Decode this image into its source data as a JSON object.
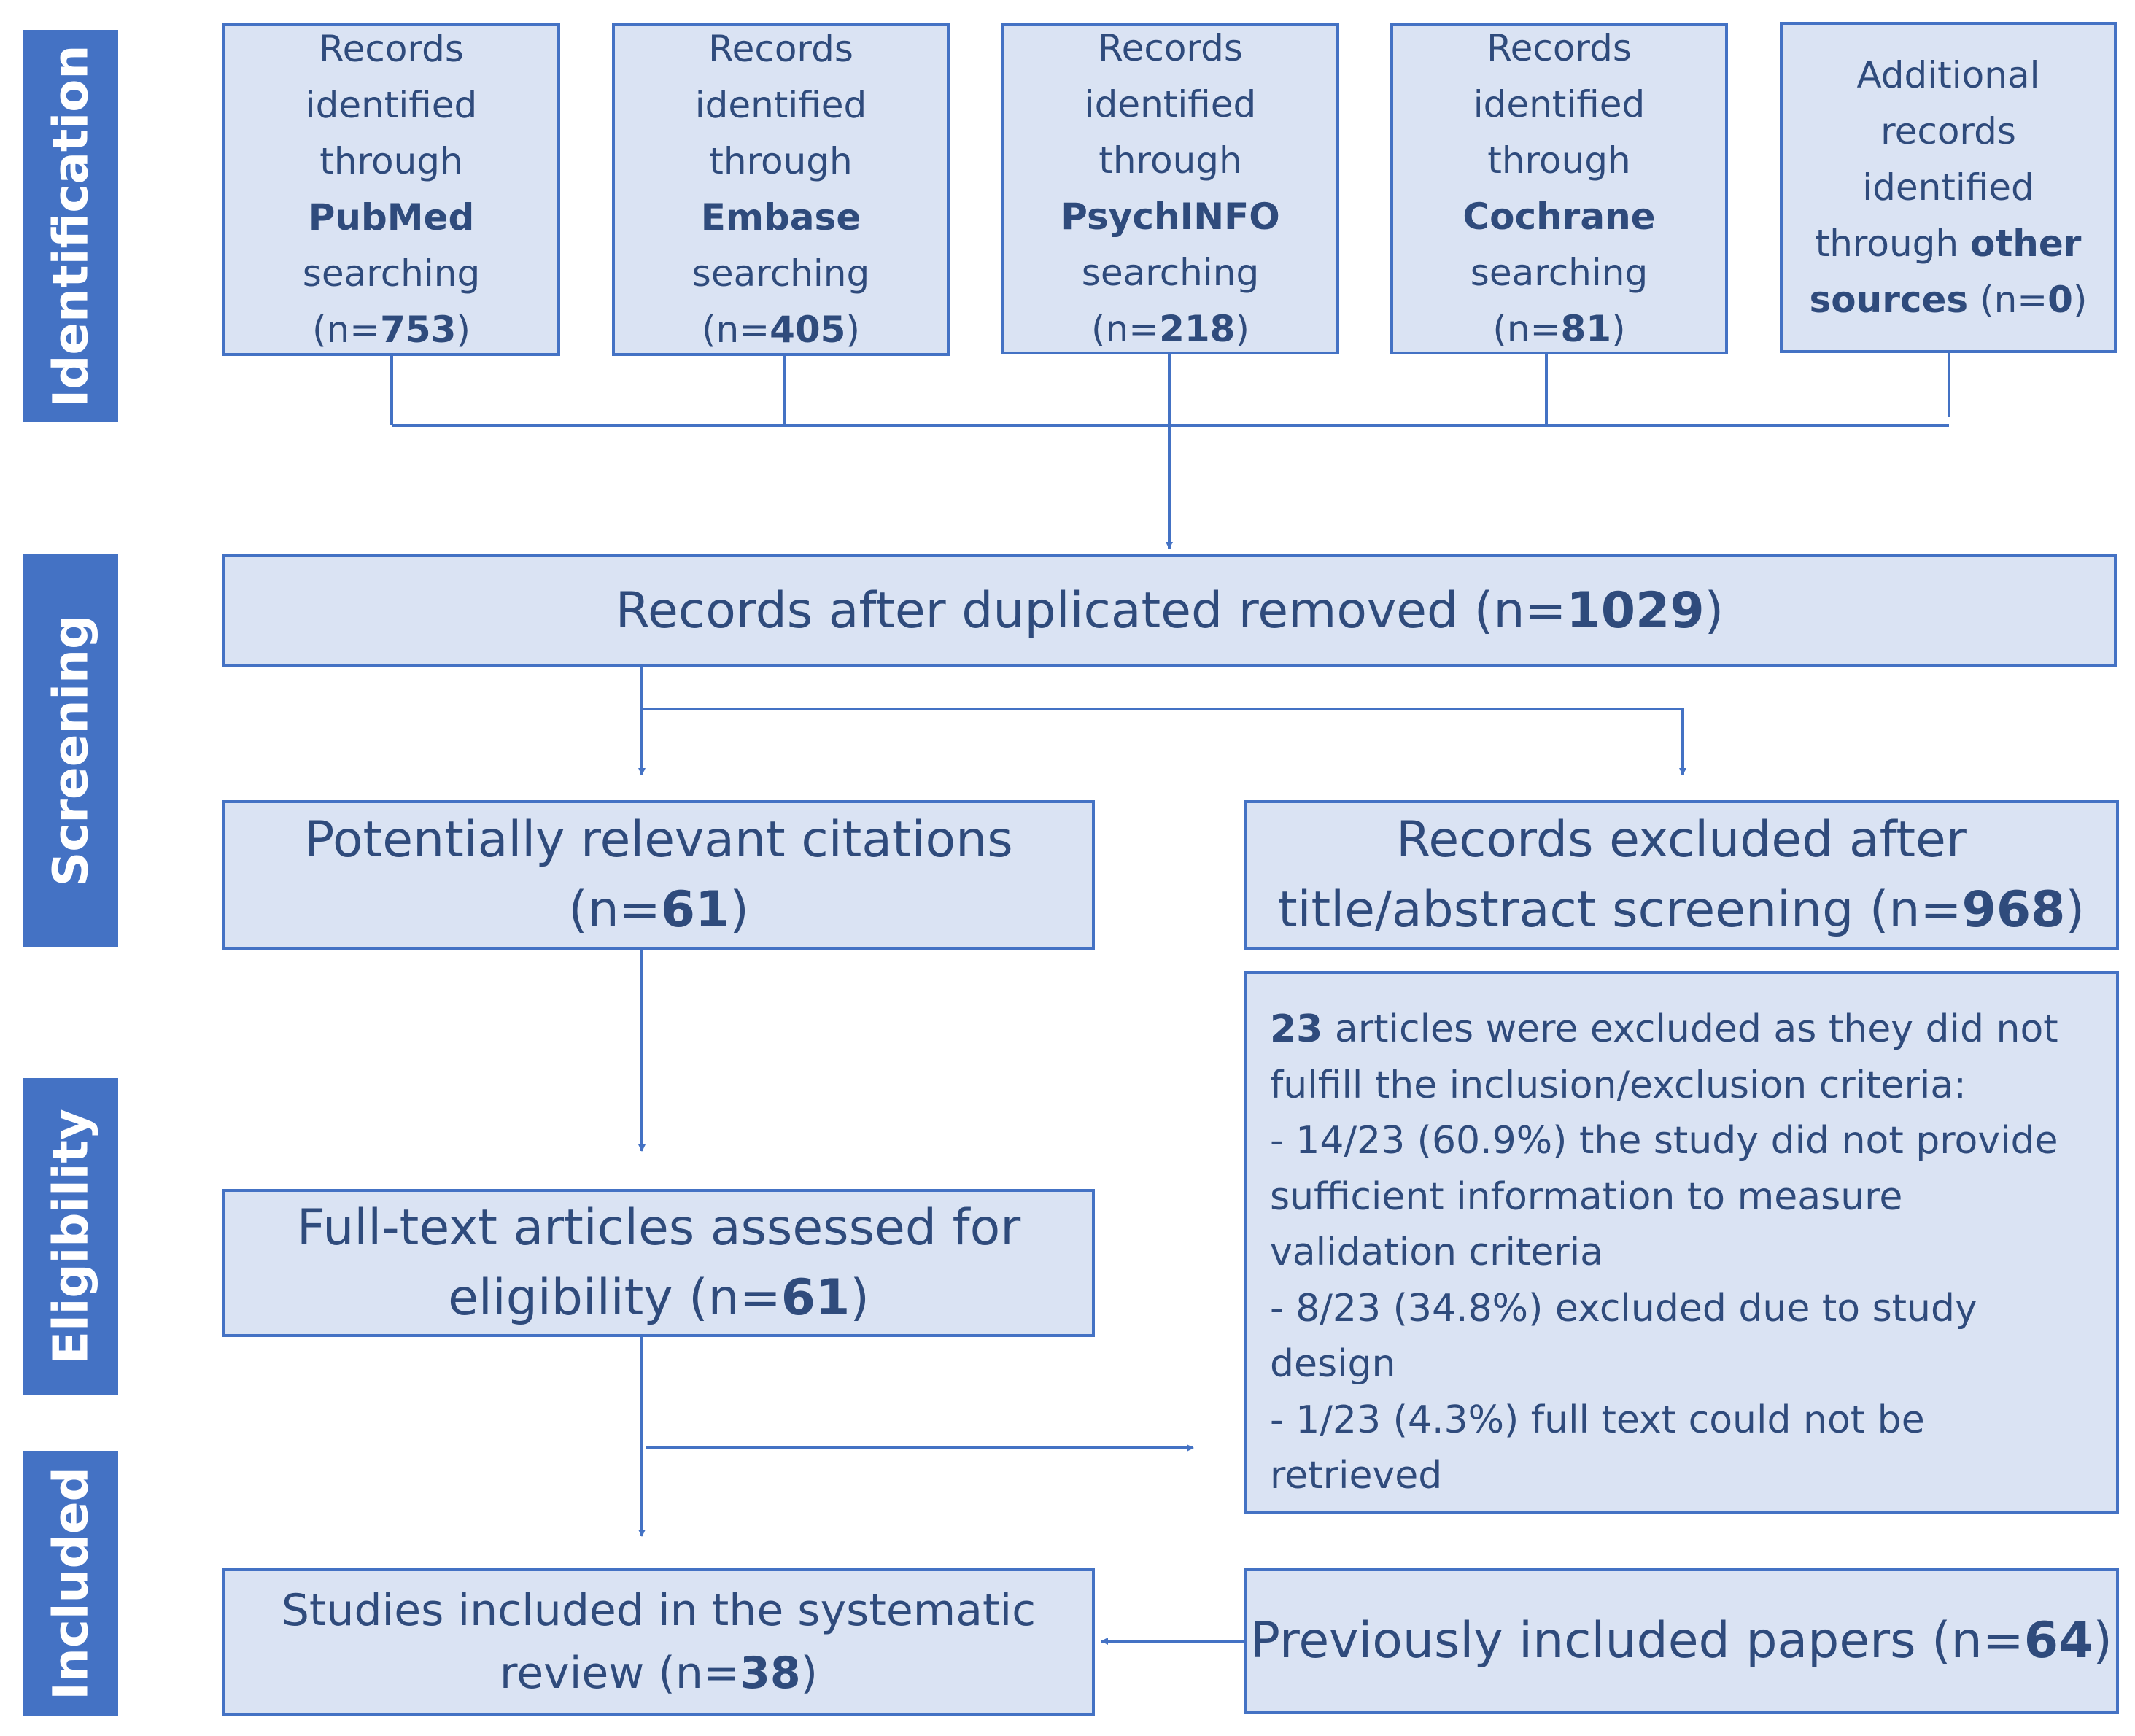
{
  "stages": {
    "identification": "Identification",
    "screening": "Screening",
    "eligibility": "Eligibility",
    "included": "Included"
  },
  "sources": {
    "pubmed": {
      "line1": "Records",
      "line2": "identified",
      "line3": "through",
      "name": "PubMed",
      "line5": "searching",
      "n_prefix": "(n=",
      "n": "753",
      "n_suffix": ")"
    },
    "embase": {
      "line1": "Records",
      "line2": "identified",
      "line3": "through",
      "name": "Embase",
      "line5": "searching",
      "n_prefix": "(n=",
      "n": "405",
      "n_suffix": ")"
    },
    "psychinfo": {
      "line1": "Records",
      "line2": "identified",
      "line3": "through",
      "name": "PsychINFO",
      "line5": "searching",
      "n_prefix": "(n=",
      "n": "218",
      "n_suffix": ")"
    },
    "cochrane": {
      "line1": "Records",
      "line2": "identified",
      "line3": "through",
      "name": "Cochrane",
      "line5": "searching",
      "n_prefix": "(n=",
      "n": "81",
      "n_suffix": ")"
    },
    "other": {
      "line1": "Additional",
      "line2": "records",
      "line3": "identified",
      "line4_plain": "through ",
      "line4_bold": "other",
      "line5_bold": "sources",
      "line5_plain": " (n=",
      "n": "0",
      "n_suffix": ")"
    }
  },
  "dedup": {
    "text": "Records after duplicated removed (n=",
    "n": "1029",
    "suffix": ")"
  },
  "relevant": {
    "line1": "Potentially relevant citations",
    "prefix": "(n=",
    "n": "61",
    "suffix": ")"
  },
  "excluded_screening": {
    "line1": "Records excluded after",
    "line2": "title/abstract screening (n=",
    "n": "968",
    "suffix": ")"
  },
  "fulltext": {
    "line1": "Full-text articles assessed for",
    "line2": "eligibility (n=",
    "n": "61",
    "suffix": ")"
  },
  "excluded_fulltext": {
    "count": "23",
    "lines": [
      " articles were excluded as they did not",
      "fulfill the inclusion/exclusion criteria:",
      "- 14/23 (60.9%) the study did not provide",
      "sufficient information to measure",
      "validation criteria",
      "- 8/23 (34.8%) excluded due to study",
      "design",
      "- 1/23 (4.3%) full text could not be",
      "retrieved"
    ]
  },
  "included": {
    "line1": "Studies included in the systematic",
    "line2": "review (n=",
    "n": "38",
    "suffix": ")"
  },
  "previous": {
    "text": "Previously included papers (n=",
    "n": "64",
    "suffix": ")"
  },
  "colors": {
    "box_fill": "#dae3f3",
    "box_border": "#4472c4",
    "stage_fill": "#4472c4",
    "text": "#2f4b7c"
  }
}
